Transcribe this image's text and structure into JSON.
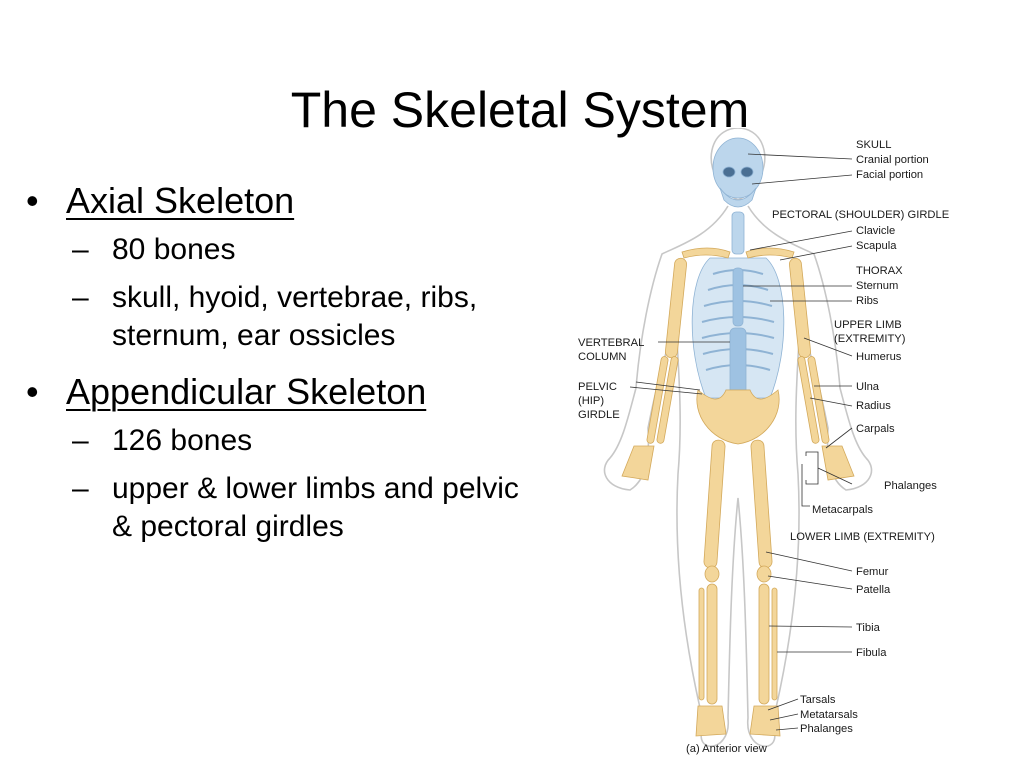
{
  "title": "The Skeletal System",
  "bullets": [
    {
      "label": "Axial Skeleton",
      "items": [
        "80 bones",
        "skull, hyoid, vertebrae, ribs, sternum, ear ossicles"
      ]
    },
    {
      "label": "Appendicular Skeleton",
      "items": [
        "126 bones",
        "upper & lower limbs and pelvic & pectoral girdles"
      ]
    }
  ],
  "figure": {
    "caption": "(a) Anterior view",
    "colors": {
      "axial": "#bcd6ec",
      "appendicular": "#f3d69a",
      "outline": "#c7c7c7"
    },
    "labels": {
      "skull": "SKULL",
      "cranial": "Cranial portion",
      "facial": "Facial portion",
      "pectoral_girdle": "PECTORAL (SHOULDER) GIRDLE",
      "clavicle": "Clavicle",
      "scapula": "Scapula",
      "thorax": "THORAX",
      "sternum": "Sternum",
      "ribs": "Ribs",
      "upper_limb_1": "UPPER LIMB",
      "upper_limb_2": "(EXTREMITY)",
      "humerus": "Humerus",
      "ulna": "Ulna",
      "radius": "Radius",
      "carpals": "Carpals",
      "phalanges_hand": "Phalanges",
      "metacarpals": "Metacarpals",
      "lower_limb": "LOWER LIMB (EXTREMITY)",
      "femur": "Femur",
      "patella": "Patella",
      "tibia": "Tibia",
      "fibula": "Fibula",
      "tarsals": "Tarsals",
      "metatarsals": "Metatarsals",
      "phalanges_foot": "Phalanges",
      "vertebral_1": "VERTEBRAL",
      "vertebral_2": "COLUMN",
      "pelvic_1": "PELVIC",
      "pelvic_2": "(HIP)",
      "pelvic_3": "GIRDLE"
    }
  }
}
